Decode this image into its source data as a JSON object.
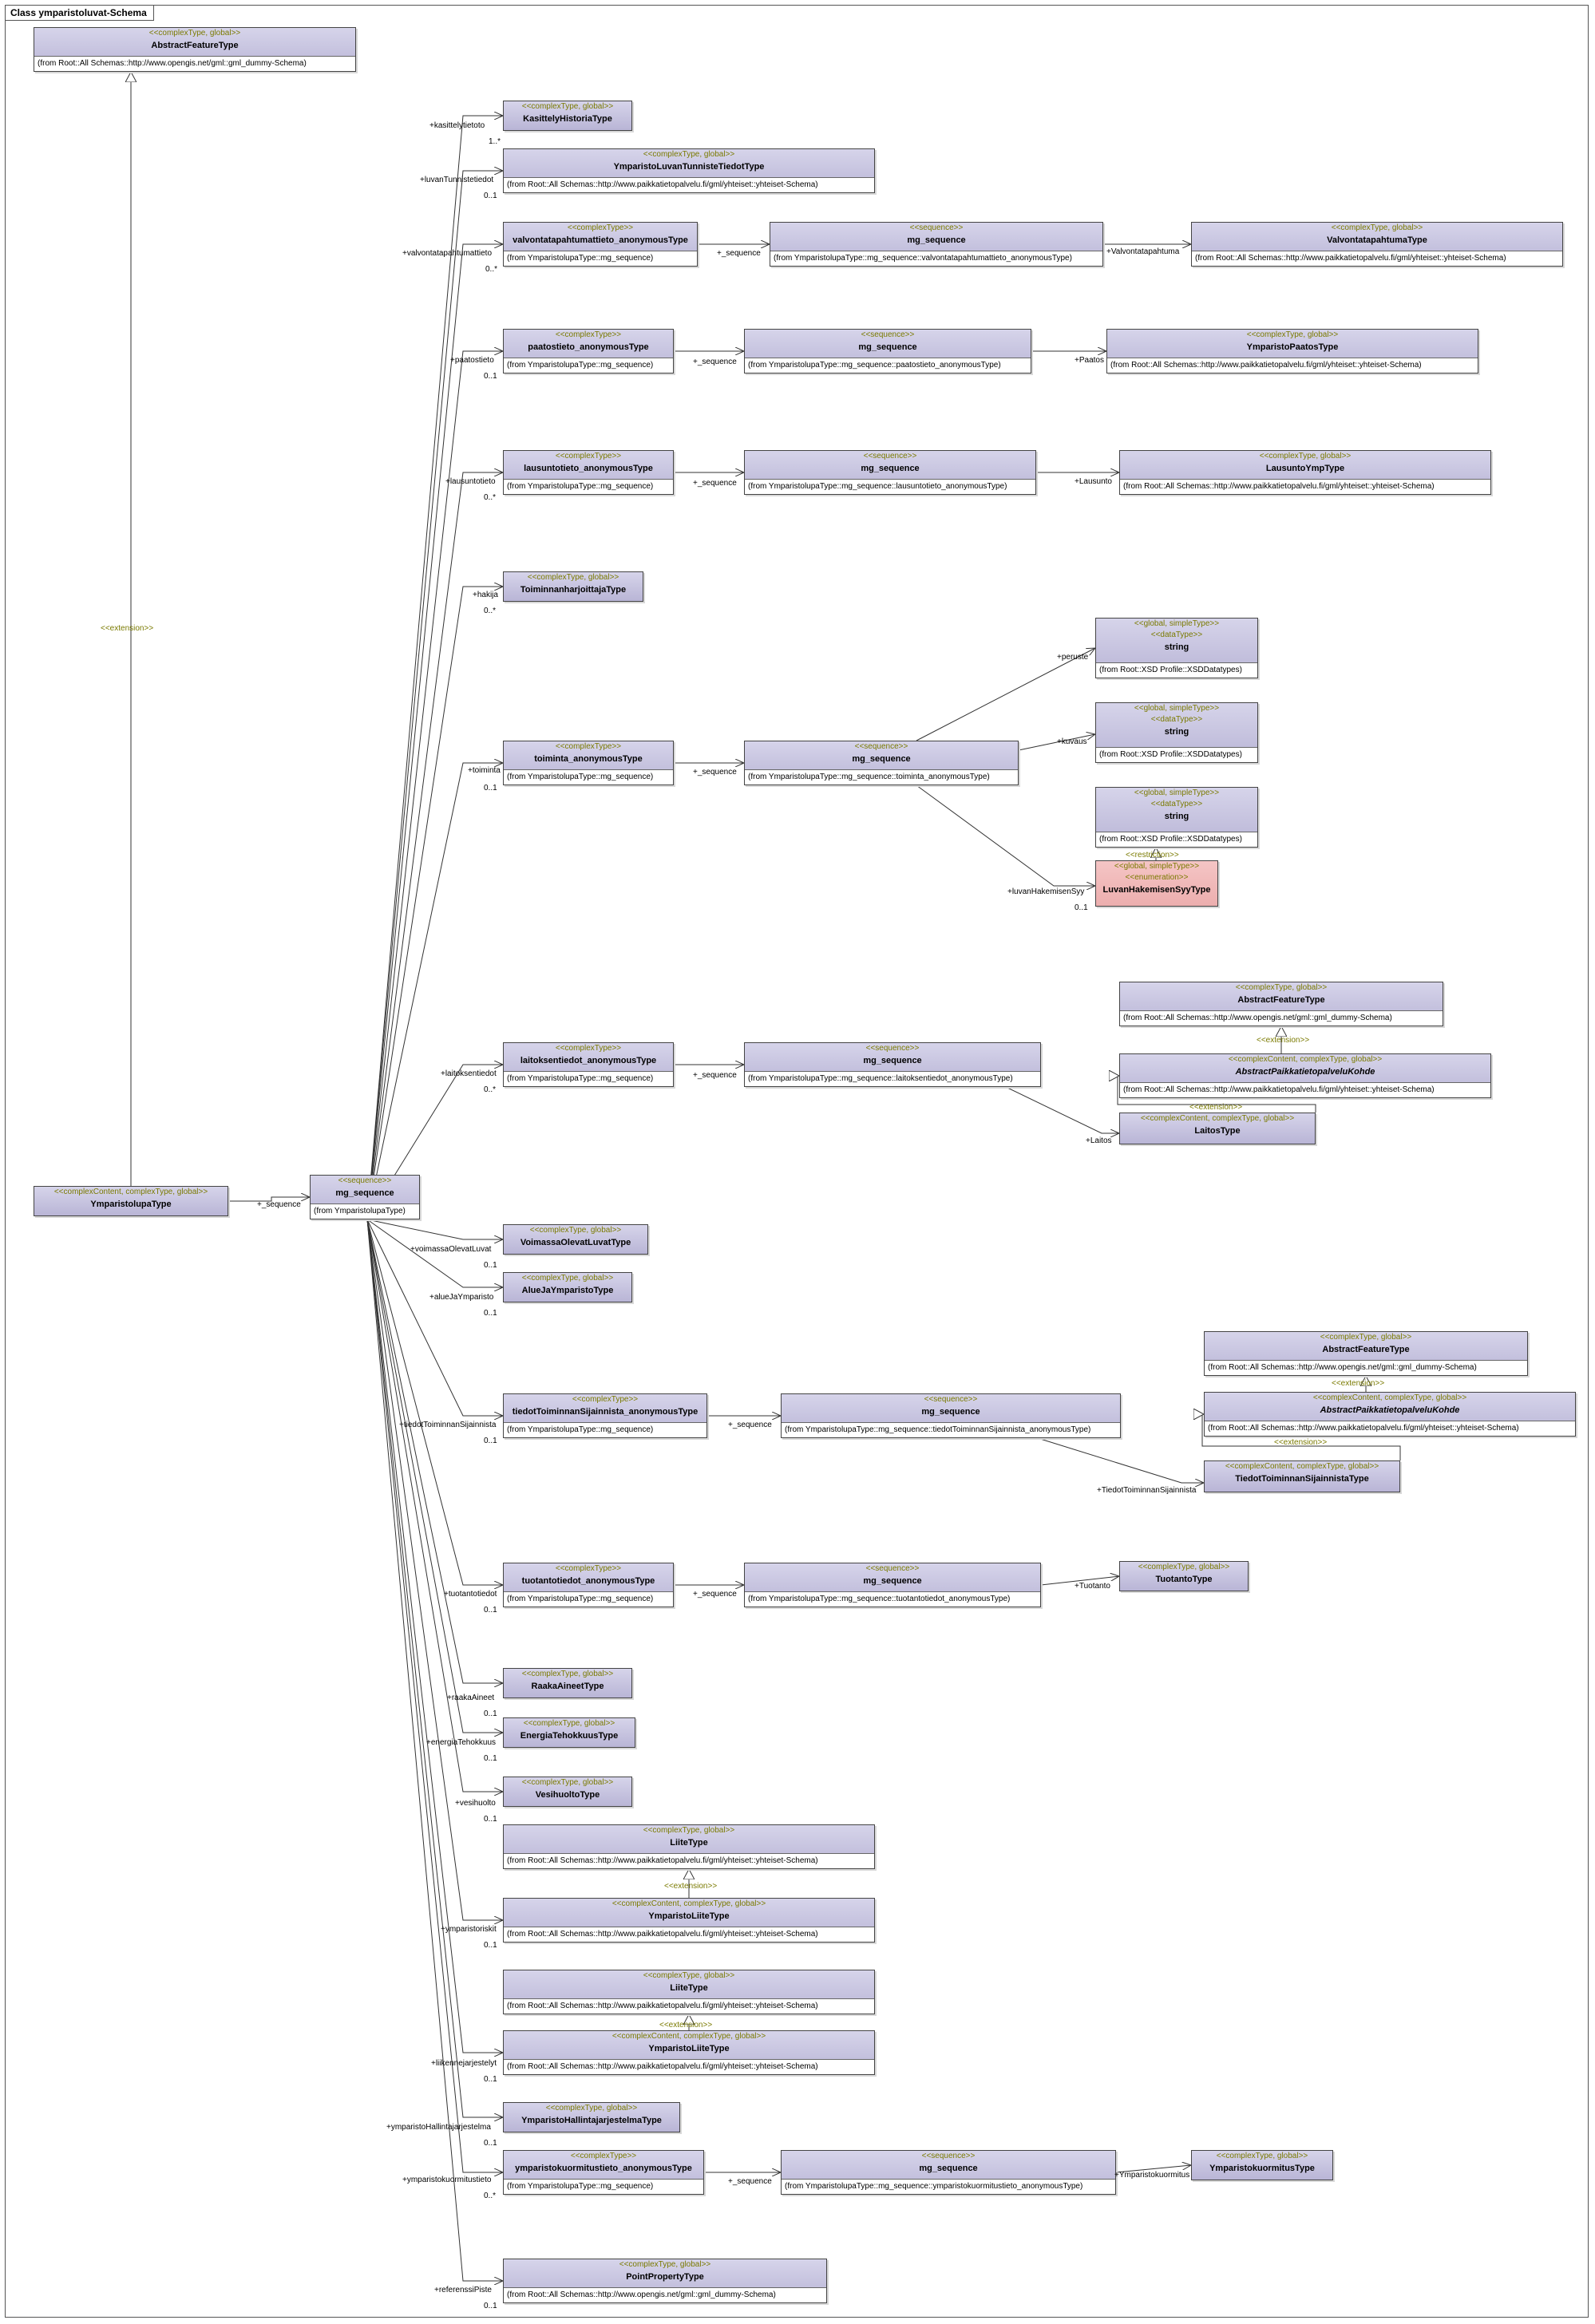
{
  "frame_title": "Class ymparistoluvat-Schema",
  "boxes": [
    {
      "id": "b1",
      "st": "<<complexType, global>>",
      "nm": "AbstractFeatureType",
      "fr": "(from Root::All Schemas::http://www.opengis.net/gml::gml_dummy-Schema)"
    },
    {
      "id": "b2",
      "st": "<<complexContent, complexType, global>>",
      "nm": "YmparistolupaType",
      "fr": ""
    },
    {
      "id": "b3",
      "st": "<<sequence>>",
      "nm": "mg_sequence",
      "fr": "(from YmparistolupaType)"
    },
    {
      "id": "b4",
      "st": "<<complexType, global>>",
      "nm": "KasittelyHistoriaType",
      "fr": ""
    },
    {
      "id": "b5",
      "st": "<<complexType, global>>",
      "nm": "YmparistoLuvanTunnisteTiedotType",
      "fr": "(from Root::All Schemas::http://www.paikkatietopalvelu.fi/gml/yhteiset::yhteiset-Schema)"
    },
    {
      "id": "b6",
      "st": "<<complexType>>",
      "nm": "valvontatapahtumattieto_anonymousType",
      "fr": "(from YmparistolupaType::mg_sequence)"
    },
    {
      "id": "b7",
      "st": "<<sequence>>",
      "nm": "mg_sequence",
      "fr": "(from YmparistolupaType::mg_sequence::valvontatapahtumattieto_anonymousType)"
    },
    {
      "id": "b8",
      "st": "<<complexType, global>>",
      "nm": "ValvontatapahtumaType",
      "fr": "(from Root::All Schemas::http://www.paikkatietopalvelu.fi/gml/yhteiset::yhteiset-Schema)"
    },
    {
      "id": "b9",
      "st": "<<complexType>>",
      "nm": "paatostieto_anonymousType",
      "fr": "(from YmparistolupaType::mg_sequence)"
    },
    {
      "id": "b10",
      "st": "<<sequence>>",
      "nm": "mg_sequence",
      "fr": "(from YmparistolupaType::mg_sequence::paatostieto_anonymousType)"
    },
    {
      "id": "b11",
      "st": "<<complexType, global>>",
      "nm": "YmparistoPaatosType",
      "fr": "(from Root::All Schemas::http://www.paikkatietopalvelu.fi/gml/yhteiset::yhteiset-Schema)"
    },
    {
      "id": "b12",
      "st": "<<complexType>>",
      "nm": "lausuntotieto_anonymousType",
      "fr": "(from YmparistolupaType::mg_sequence)"
    },
    {
      "id": "b13",
      "st": "<<sequence>>",
      "nm": "mg_sequence",
      "fr": "(from YmparistolupaType::mg_sequence::lausuntotieto_anonymousType)"
    },
    {
      "id": "b14",
      "st": "<<complexType, global>>",
      "nm": "LausuntoYmpType",
      "fr": "(from Root::All Schemas::http://www.paikkatietopalvelu.fi/gml/yhteiset::yhteiset-Schema)"
    },
    {
      "id": "b15",
      "st": "<<complexType, global>>",
      "nm": "ToiminnanharjoittajaType",
      "fr": ""
    },
    {
      "id": "b16",
      "st": "<<complexType>>",
      "nm": "toiminta_anonymousType",
      "fr": "(from YmparistolupaType::mg_sequence)"
    },
    {
      "id": "b17",
      "st": "<<sequence>>",
      "nm": "mg_sequence",
      "fr": "(from YmparistolupaType::mg_sequence::toiminta_anonymousType)"
    },
    {
      "id": "b18",
      "st": "<<global, simpleType>>",
      "st2": "<<dataType>>",
      "nm": "string",
      "fr": "(from Root::XSD Profile::XSDDatatypes)"
    },
    {
      "id": "b19",
      "st": "<<global, simpleType>>",
      "st2": "<<dataType>>",
      "nm": "string",
      "fr": "(from Root::XSD Profile::XSDDatatypes)"
    },
    {
      "id": "b20",
      "st": "<<global, simpleType>>",
      "st2": "<<dataType>>",
      "nm": "string",
      "fr": "(from Root::XSD Profile::XSDDatatypes)"
    },
    {
      "id": "b21",
      "st": "<<global, simpleType>>",
      "st2": "<<enumeration>>",
      "nm": "LuvanHakemisenSyyType",
      "fr": ""
    },
    {
      "id": "b22",
      "st": "<<complexType, global>>",
      "nm": "AbstractFeatureType",
      "fr": "(from Root::All Schemas::http://www.opengis.net/gml::gml_dummy-Schema)"
    },
    {
      "id": "b23",
      "st": "<<complexContent, complexType, global>>",
      "nm": "AbstractPaikkatietopalveluKohde",
      "fr": "(from Root::All Schemas::http://www.paikkatietopalvelu.fi/gml/yhteiset::yhteiset-Schema)"
    },
    {
      "id": "b24",
      "st": "<<complexType>>",
      "nm": "laitoksentiedot_anonymousType",
      "fr": "(from YmparistolupaType::mg_sequence)"
    },
    {
      "id": "b25",
      "st": "<<sequence>>",
      "nm": "mg_sequence",
      "fr": "(from YmparistolupaType::mg_sequence::laitoksentiedot_anonymousType)"
    },
    {
      "id": "b26",
      "st": "<<complexContent, complexType, global>>",
      "nm": "LaitosType",
      "fr": ""
    },
    {
      "id": "b27",
      "st": "<<complexType, global>>",
      "nm": "VoimassaOlevatLuvatType",
      "fr": ""
    },
    {
      "id": "b28",
      "st": "<<complexType, global>>",
      "nm": "AlueJaYmparistoType",
      "fr": ""
    },
    {
      "id": "b29",
      "st": "<<complexType, global>>",
      "nm": "AbstractFeatureType",
      "fr": "(from Root::All Schemas::http://www.opengis.net/gml::gml_dummy-Schema)"
    },
    {
      "id": "b30",
      "st": "<<complexContent, complexType, global>>",
      "nm": "AbstractPaikkatietopalveluKohde",
      "fr": "(from Root::All Schemas::http://www.paikkatietopalvelu.fi/gml/yhteiset::yhteiset-Schema)"
    },
    {
      "id": "b31",
      "st": "<<complexType>>",
      "nm": "tiedotToiminnanSijainnista_anonymousType",
      "fr": "(from YmparistolupaType::mg_sequence)"
    },
    {
      "id": "b32",
      "st": "<<sequence>>",
      "nm": "mg_sequence",
      "fr": "(from YmparistolupaType::mg_sequence::tiedotToiminnanSijainnista_anonymousType)"
    },
    {
      "id": "b33",
      "st": "<<complexContent, complexType, global>>",
      "nm": "TiedotToiminnanSijainnistaType",
      "fr": ""
    },
    {
      "id": "b34",
      "st": "<<complexType>>",
      "nm": "tuotantotiedot_anonymousType",
      "fr": "(from YmparistolupaType::mg_sequence)"
    },
    {
      "id": "b35",
      "st": "<<sequence>>",
      "nm": "mg_sequence",
      "fr": "(from YmparistolupaType::mg_sequence::tuotantotiedot_anonymousType)"
    },
    {
      "id": "b36",
      "st": "<<complexType, global>>",
      "nm": "TuotantoType",
      "fr": ""
    },
    {
      "id": "b37",
      "st": "<<complexType, global>>",
      "nm": "RaakaAineetType",
      "fr": ""
    },
    {
      "id": "b38",
      "st": "<<complexType, global>>",
      "nm": "EnergiaTehokkuusType",
      "fr": ""
    },
    {
      "id": "b39",
      "st": "<<complexType, global>>",
      "nm": "VesihuoltoType",
      "fr": ""
    },
    {
      "id": "b40",
      "st": "<<complexType, global>>",
      "nm": "LiiteType",
      "fr": "(from Root::All Schemas::http://www.paikkatietopalvelu.fi/gml/yhteiset::yhteiset-Schema)"
    },
    {
      "id": "b41",
      "st": "<<complexContent, complexType, global>>",
      "nm": "YmparistoLiiteType",
      "fr": "(from Root::All Schemas::http://www.paikkatietopalvelu.fi/gml/yhteiset::yhteiset-Schema)"
    },
    {
      "id": "b42",
      "st": "<<complexType, global>>",
      "nm": "LiiteType",
      "fr": "(from Root::All Schemas::http://www.paikkatietopalvelu.fi/gml/yhteiset::yhteiset-Schema)"
    },
    {
      "id": "b43",
      "st": "<<complexContent, complexType, global>>",
      "nm": "YmparistoLiiteType",
      "fr": "(from Root::All Schemas::http://www.paikkatietopalvelu.fi/gml/yhteiset::yhteiset-Schema)"
    },
    {
      "id": "b44",
      "st": "<<complexType, global>>",
      "nm": "YmparistoHallintajarjestelmaType",
      "fr": ""
    },
    {
      "id": "b45",
      "st": "<<complexType>>",
      "nm": "ymparistokuormitustieto_anonymousType",
      "fr": "(from YmparistolupaType::mg_sequence)"
    },
    {
      "id": "b46",
      "st": "<<sequence>>",
      "nm": "mg_sequence",
      "fr": "(from YmparistolupaType::mg_sequence::ymparistokuormitustieto_anonymousType)"
    },
    {
      "id": "b47",
      "st": "<<complexType, global>>",
      "nm": "YmparistokuormitusType",
      "fr": ""
    },
    {
      "id": "b48",
      "st": "<<complexType, global>>",
      "nm": "PointPropertyType",
      "fr": "(from Root::All Schemas::http://www.opengis.net/gml::gml_dummy-Schema)"
    }
  ],
  "labels": [
    {
      "id": "l1",
      "t": "+_sequence"
    },
    {
      "id": "l2",
      "t": "+kasittelytietoto"
    },
    {
      "id": "l3",
      "t": "1..*"
    },
    {
      "id": "l4",
      "t": "+luvanTunnistetiedot"
    },
    {
      "id": "l5",
      "t": "0..1"
    },
    {
      "id": "l6",
      "t": "+valvontatapahtumattieto"
    },
    {
      "id": "l7",
      "t": "0..*"
    },
    {
      "id": "l8",
      "t": "+_sequence"
    },
    {
      "id": "l9",
      "t": "+Valvontatapahtuma"
    },
    {
      "id": "l10",
      "t": "+paatostieto"
    },
    {
      "id": "l11",
      "t": "0..1"
    },
    {
      "id": "l12",
      "t": "+_sequence"
    },
    {
      "id": "l13",
      "t": "+Paatos"
    },
    {
      "id": "l14",
      "t": "+lausuntotieto"
    },
    {
      "id": "l15",
      "t": "0..*"
    },
    {
      "id": "l16",
      "t": "+_sequence"
    },
    {
      "id": "l17",
      "t": "+Lausunto"
    },
    {
      "id": "l18",
      "t": "+hakija"
    },
    {
      "id": "l19",
      "t": "0..*"
    },
    {
      "id": "l20",
      "t": "+toiminta"
    },
    {
      "id": "l21",
      "t": "0..1"
    },
    {
      "id": "l22",
      "t": "+_sequence"
    },
    {
      "id": "l23",
      "t": "+peruste"
    },
    {
      "id": "l24",
      "t": "+kuvaus"
    },
    {
      "id": "l25",
      "t": "+luvanHakemisenSyy"
    },
    {
      "id": "l26",
      "t": "0..1"
    },
    {
      "id": "l27",
      "t": "+laitoksentiedot"
    },
    {
      "id": "l28",
      "t": "0..*"
    },
    {
      "id": "l29",
      "t": "+_sequence"
    },
    {
      "id": "l30",
      "t": "+Laitos"
    },
    {
      "id": "l31",
      "t": "+voimassaOlevatLuvat"
    },
    {
      "id": "l32",
      "t": "0..1"
    },
    {
      "id": "l33",
      "t": "+alueJaYmparisto"
    },
    {
      "id": "l34",
      "t": "0..1"
    },
    {
      "id": "l35",
      "t": "+tiedotToiminnanSijainnista"
    },
    {
      "id": "l36",
      "t": "0..1"
    },
    {
      "id": "l37",
      "t": "+_sequence"
    },
    {
      "id": "l38",
      "t": "+TiedotToiminnanSijainnista"
    },
    {
      "id": "l39",
      "t": "+tuotantotiedot"
    },
    {
      "id": "l40",
      "t": "0..1"
    },
    {
      "id": "l41",
      "t": "+_sequence"
    },
    {
      "id": "l42",
      "t": "+Tuotanto"
    },
    {
      "id": "l43",
      "t": "+raakaAineet"
    },
    {
      "id": "l44",
      "t": "0..1"
    },
    {
      "id": "l45",
      "t": "+energiaTehokkuus"
    },
    {
      "id": "l46",
      "t": "0..1"
    },
    {
      "id": "l47",
      "t": "+vesihuolto"
    },
    {
      "id": "l48",
      "t": "0..1"
    },
    {
      "id": "l49",
      "t": "+ymparistoriskit"
    },
    {
      "id": "l50",
      "t": "0..1"
    },
    {
      "id": "l51",
      "t": "+liikennejarjestelyt"
    },
    {
      "id": "l52",
      "t": "0..1"
    },
    {
      "id": "l53",
      "t": "+ymparistoHallintajarjestelma"
    },
    {
      "id": "l54",
      "t": "0..1"
    },
    {
      "id": "l55",
      "t": "+ymparistokuormitustieto"
    },
    {
      "id": "l56",
      "t": "0..*"
    },
    {
      "id": "l57",
      "t": "+_sequence"
    },
    {
      "id": "l58",
      "t": "+Ymparistokuormitus"
    },
    {
      "id": "l59",
      "t": "+referenssiPiste"
    },
    {
      "id": "l60",
      "t": "0..1"
    }
  ],
  "stereo_labels": [
    {
      "id": "g1",
      "t": "<<extension>>"
    },
    {
      "id": "g2",
      "t": "<<restriction>>"
    },
    {
      "id": "g3",
      "t": "<<extension>>"
    },
    {
      "id": "g4",
      "t": "<<extension>>"
    },
    {
      "id": "g5",
      "t": "<<extension>>"
    },
    {
      "id": "g6",
      "t": "<<extension>>"
    },
    {
      "id": "g7",
      "t": "<<extension>>"
    },
    {
      "id": "g8",
      "t": "<<extension>>"
    }
  ]
}
